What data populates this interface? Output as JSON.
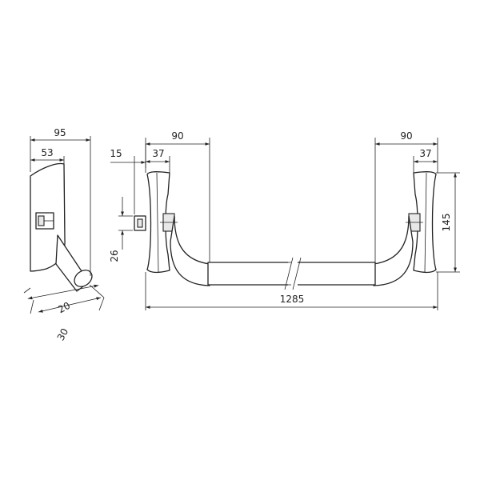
{
  "dimensions": {
    "side_width_total": "95",
    "side_width_body": "53",
    "side_tube_diameter": "20",
    "side_tube_offset": "30",
    "front_depth": "15",
    "front_latch_height": "26",
    "left_reach": "90",
    "left_base": "37",
    "right_reach": "90",
    "right_base": "37",
    "base_height": "145",
    "total_length": "1285"
  },
  "colors": {
    "line": "#222222",
    "background": "#ffffff"
  }
}
